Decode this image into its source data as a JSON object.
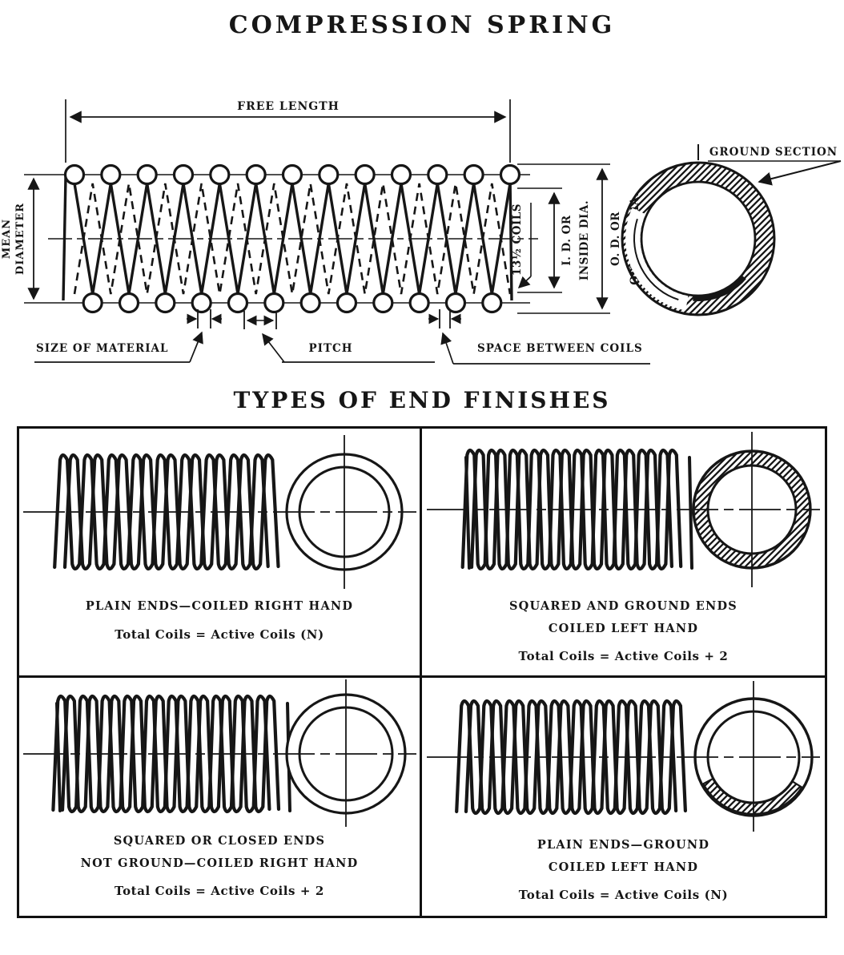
{
  "title": "COMPRESSION SPRING",
  "section_title": "TYPES OF END FINISHES",
  "main_diagram": {
    "free_length": "FREE LENGTH",
    "mean_diameter_line1": "MEAN",
    "mean_diameter_line2": "DIAMETER",
    "coils_label": "13½ COILS",
    "inside_dia_line1": "I. D. OR",
    "inside_dia_line2": "INSIDE DIA.",
    "outside_dia_line1": "O. D. OR",
    "outside_dia_line2": "OUTSIDE DIA.",
    "ground_section": "GROUND SECTION",
    "size_of_material": "SIZE OF MATERIAL",
    "pitch": "PITCH",
    "space_between_coils": "SPACE BETWEEN COILS"
  },
  "end_finishes": {
    "quadrants": [
      {
        "caption_line1": "PLAIN ENDS—COILED RIGHT HAND",
        "formula": "Total Coils = Active Coils (N)"
      },
      {
        "caption_line1": "SQUARED AND GROUND ENDS",
        "caption_line2": "COILED LEFT HAND",
        "formula": "Total Coils = Active Coils + 2"
      },
      {
        "caption_line1": "SQUARED OR CLOSED ENDS",
        "caption_line2": "NOT GROUND—COILED RIGHT HAND",
        "formula": "Total Coils = Active Coils + 2"
      },
      {
        "caption_line1": "PLAIN ENDS—GROUND",
        "caption_line2": "COILED LEFT HAND",
        "formula": "Total Coils = Active Coils (N)"
      }
    ]
  },
  "colors": {
    "ink": "#161616",
    "paper": "#ffffff"
  }
}
